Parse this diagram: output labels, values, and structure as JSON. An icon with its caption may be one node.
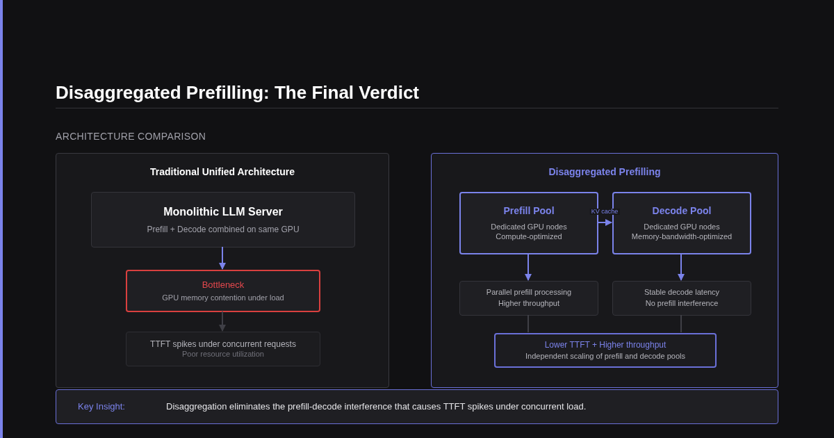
{
  "diagram": {
    "title": "Disaggregated Prefilling: The Final Verdict",
    "nodes": [
      {
        "text": [
          "Traditional Unified Architecture"
        ]
      },
      {
        "text": [
          "Monolithic LLM Server",
          "Prefill + Decode combined on same GPU"
        ],
        "in": 0
      },
      {
        "text": [
          "Bottleneck",
          "GPU memory contention under load"
        ],
        "in": 0
      },
      {
        "text": [
          "TTFT spikes under concurrent requests",
          "Poor resource utilization"
        ],
        "in": 0
      },
      {
        "text": [
          "Disaggregated Prefilling"
        ]
      },
      {
        "text": [
          "Prefill Pool",
          "Dedicated GPU nodes",
          "Compute-optimized"
        ],
        "in": 4
      },
      {
        "text": [
          "Decode Pool",
          "Dedicated GPU nodes",
          "Memory-bandwidth-optimized"
        ],
        "in": 4
      },
      {
        "text": [
          "Parallel prefill processing",
          "Higher throughput"
        ],
        "in": 4
      },
      {
        "text": [
          "Stable decode latency",
          "No prefill interference"
        ],
        "in": 4
      },
      {
        "text": [
          "Lower TTFT + Higher throughput",
          "Independent scaling of prefill and decode pools"
        ],
        "in": 4
      },
      {
        "text": [
          "Key Insight:",
          "Disaggregation eliminates the prefill-decode interference that causes TTFT spikes under concurrent load."
        ]
      }
    ],
    "edges": [
      {
        "from": 1,
        "to": 2,
        "arrow": "to"
      },
      {
        "from": 2,
        "to": 3,
        "arrow": "to",
        "color": "#3f3f46"
      },
      {
        "from": 5,
        "to": 6,
        "arrow": "to",
        "label": "KV cache"
      },
      {
        "from": 5,
        "to": 7,
        "arrow": "to"
      },
      {
        "from": 6,
        "to": 8,
        "arrow": "to"
      },
      {
        "from": 7,
        "to": 9,
        "arrow": "none",
        "color": "#3f3f46"
      },
      {
        "from": 8,
        "to": 9,
        "arrow": "none",
        "color": "#3f3f46"
      }
    ],
    "labels": [
      "ARCHITECTURE COMPARISON"
    ]
  }
}
